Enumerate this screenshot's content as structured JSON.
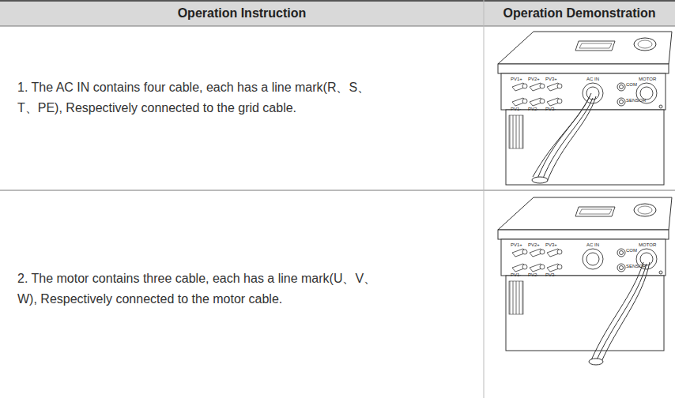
{
  "diagram": {
    "labels": [
      "Operation Instruction",
      "Operation Demonstration",
      "1. The AC IN contains four cable, each has a line mark(R、S、T、PE),  Respectively connected to the grid cable.",
      "2. The motor  contains three cable, each has a line mark(U、V、W),  Respectively connected to the motor cable.",
      "PV1+",
      "PV2+",
      "PV3+",
      "PV1-",
      "PV2-",
      "PV3-",
      "AC IN",
      "COM",
      "SENSOR",
      "MOTOR",
      "PV1+",
      "PV2+",
      "PV3+",
      "PV1-",
      "PV2-",
      "PV3-",
      "AC IN",
      "COM",
      "SENSOR",
      "MOTOR"
    ]
  }
}
